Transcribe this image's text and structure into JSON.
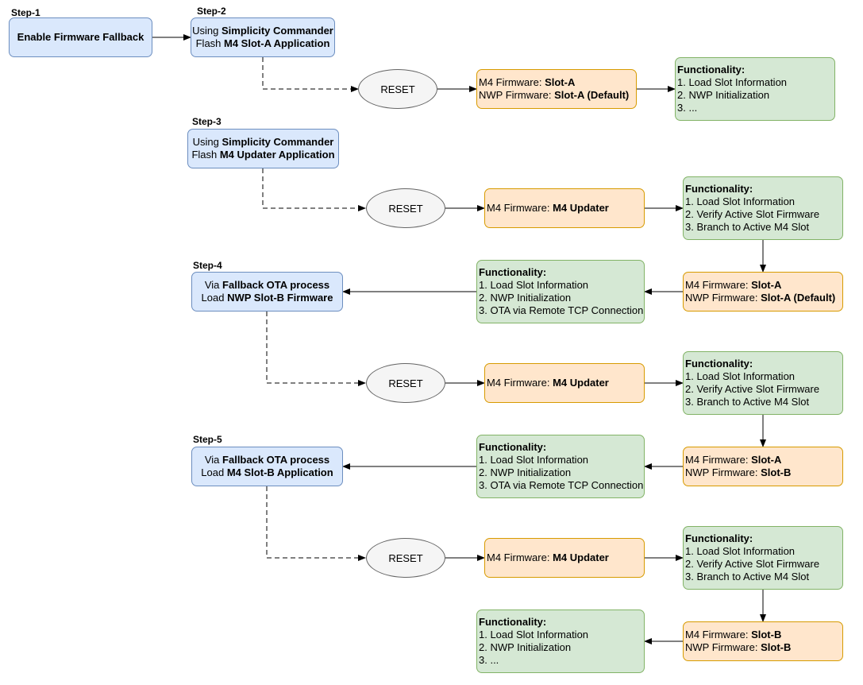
{
  "steps": [
    "Step-1",
    "Step-2",
    "Step-3",
    "Step-4",
    "Step-5"
  ],
  "step1_box": {
    "label": "Enable Firmware Fallback"
  },
  "step2_box": {
    "line1": {
      "a": "Using ",
      "b": "Simplicity Commander"
    },
    "line2": {
      "a": "Flash ",
      "b": "M4 Slot-A Application"
    }
  },
  "step3_box": {
    "line1": {
      "a": "Using ",
      "b": "Simplicity Commander"
    },
    "line2": {
      "a": "Flash ",
      "b": "M4 Updater Application"
    }
  },
  "step4_box": {
    "line1": {
      "a": "Via ",
      "b": "Fallback OTA process"
    },
    "line2": {
      "a": "Load ",
      "b": "NWP Slot-B Firmware"
    }
  },
  "step5_box": {
    "line1": {
      "a": "Via ",
      "b": "Fallback OTA process"
    },
    "line2": {
      "a": "Load ",
      "b": "M4 Slot-B Application"
    }
  },
  "reset_label": "RESET",
  "firmware": {
    "row1": {
      "m4_label": "M4 Firmware: ",
      "m4_value": "Slot-A",
      "nwp_label": "NWP Firmware: ",
      "nwp_value": "Slot-A (Default)"
    },
    "row2": {
      "m4_label": "M4 Firmware: ",
      "m4_value": "M4 Updater"
    },
    "row3a": {
      "m4_label": "M4 Firmware: ",
      "m4_value": "Slot-A",
      "nwp_label": "NWP Firmware: ",
      "nwp_value": "Slot-A (Default)"
    },
    "row4": {
      "m4_label": "M4 Firmware: ",
      "m4_value": "M4 Updater"
    },
    "row5a": {
      "m4_label": "M4 Firmware: ",
      "m4_value": "Slot-A",
      "nwp_label": "NWP Firmware: ",
      "nwp_value": "Slot-B"
    },
    "row6": {
      "m4_label": "M4 Firmware: ",
      "m4_value": "M4 Updater"
    },
    "row7a": {
      "m4_label": "M4 Firmware: ",
      "m4_value": "Slot-B",
      "nwp_label": "NWP Firmware: ",
      "nwp_value": "Slot-B"
    }
  },
  "functionality": {
    "title": "Functionality:",
    "f1": [
      "1. Load Slot Information",
      "2. NWP Initialization",
      "3. ..."
    ],
    "f2": [
      "1. Load Slot Information",
      "2. Verify Active Slot Firmware",
      "3. Branch to Active M4 Slot"
    ],
    "f3": [
      "1. Load Slot Information",
      "2. NWP Initialization",
      "3. OTA via Remote TCP Connection"
    ],
    "f4": [
      "1. Load Slot Information",
      "2. Verify Active Slot Firmware",
      "3. Branch to Active M4 Slot"
    ],
    "f5": [
      "1. Load Slot Information",
      "2. NWP Initialization",
      "3. OTA via Remote TCP Connection"
    ],
    "f6": [
      "1. Load Slot Information",
      "2. Verify Active Slot Firmware",
      "3. Branch to Active M4 Slot"
    ],
    "f7": [
      "1. Load Slot Information",
      "2. NWP Initialization",
      "3. ..."
    ]
  },
  "colors": {
    "step_fill": "#dae8fc",
    "step_border": "#6c8ebf",
    "firmware_fill": "#ffe6cc",
    "firmware_border": "#d79b00",
    "functionality_fill": "#d5e8d4",
    "functionality_border": "#82b366",
    "reset_fill": "#f5f5f5",
    "reset_border": "#666666"
  }
}
